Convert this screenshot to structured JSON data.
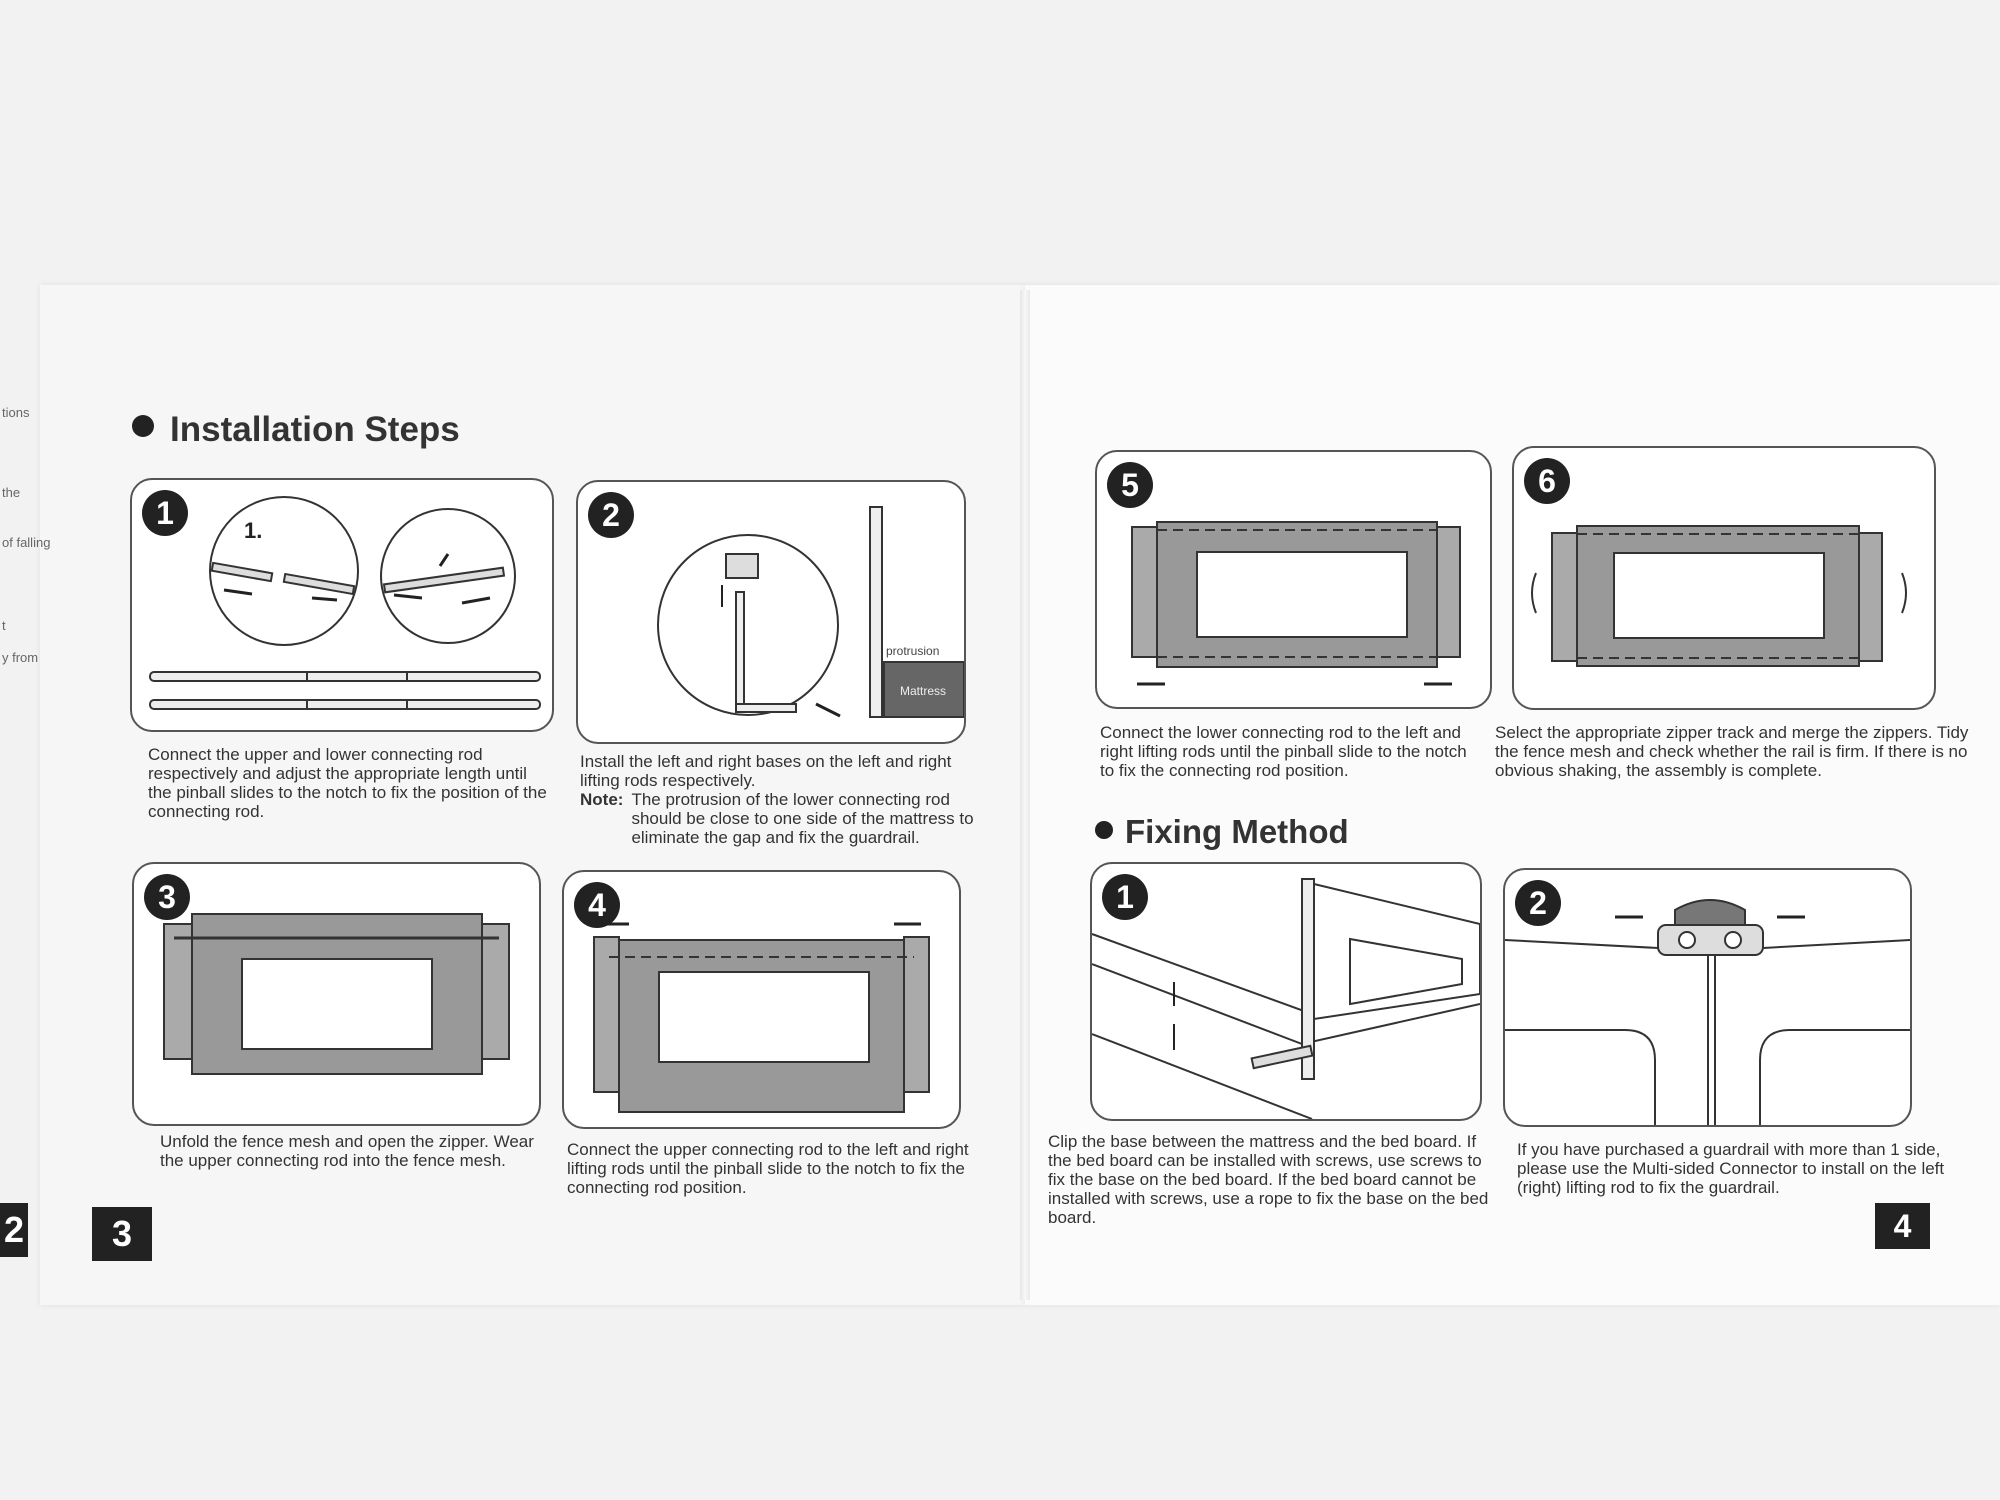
{
  "installation": {
    "title": "Installation Steps",
    "steps": [
      {
        "number": "1",
        "label": "1.",
        "caption": "Connect the upper and lower connecting rod respectively and adjust the appropriate length until the pinball slides to the notch to fix the position of the connecting rod."
      },
      {
        "number": "2",
        "caption": "Install the left and right bases on the left and right lifting rods respectively.",
        "note_label": "Note:",
        "note": "The protrusion of the lower connecting rod should be close to one side of the mattress to eliminate the gap and fix the guardrail.",
        "protrusion_label": "protrusion",
        "mattress_label": "Mattress"
      },
      {
        "number": "3",
        "caption": "Unfold the fence mesh and open the zipper. Wear the upper connecting rod into the fence mesh."
      },
      {
        "number": "4",
        "caption": "Connect the upper connecting rod to the left and right lifting rods until the pinball slide to the notch to fix the connecting rod position."
      },
      {
        "number": "5",
        "caption": "Connect the lower connecting rod to the left and right lifting rods until the pinball slide to the notch to fix the connecting rod position."
      },
      {
        "number": "6",
        "caption": "Select the appropriate zipper track and merge the zippers. Tidy the fence mesh and check whether the rail is firm. If there is no obvious shaking, the assembly is complete."
      }
    ]
  },
  "fixing": {
    "title": "Fixing Method",
    "steps": [
      {
        "number": "1",
        "caption": "Clip the base between the mattress and the bed board. If the bed board can be installed with screws, use screws to fix the base on the bed board. If the bed board cannot be installed with screws, use a rope to fix the base on the bed board."
      },
      {
        "number": "2",
        "caption": "If you have purchased a guardrail with more than 1 side, please use the Multi-sided Connector to install on the left (right) lifting rod to fix the guardrail."
      }
    ]
  },
  "page_numbers": {
    "prev": "2",
    "left": "3",
    "right": "4"
  },
  "left_margin_fragments": [
    "tions",
    "the",
    "of falling",
    "t",
    "y from"
  ]
}
